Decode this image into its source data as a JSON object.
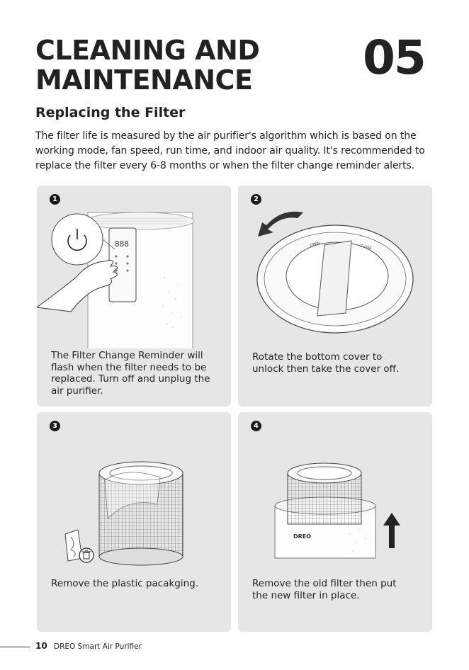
{
  "header": {
    "title_line1": "CLEANING AND",
    "title_line2": "MAINTENANCE",
    "chapter_number": "05"
  },
  "section": {
    "subtitle": "Replacing the Filter",
    "intro": "The filter life is measured by the air purifier's algorithm which is based on the working mode, fan speed, run time, and indoor air quality. It's recommended to replace the filter every 6-8 months or when the filter change reminder alerts."
  },
  "steps": [
    {
      "number": "1",
      "caption_lines": [
        "The Filter Change Reminder will",
        "flash when the filter needs to be",
        "replaced. Turn off and unplug the",
        "air purifier."
      ],
      "display_text": "888"
    },
    {
      "number": "2",
      "caption_lines": [
        "Rotate the bottom cover to",
        "unlock then take the cover off."
      ],
      "open_label": "OPEN",
      "close_label": "CLOSE"
    },
    {
      "number": "3",
      "caption_lines": [
        "Remove the plastic pacakging."
      ]
    },
    {
      "number": "4",
      "caption_lines": [
        "Remove the old filter then put",
        "the new filter in place."
      ],
      "logo_text": "DREO"
    }
  ],
  "footer": {
    "page_number": "10",
    "text": "DREO Smart Air Purifier"
  },
  "colors": {
    "card_background": "#e6e6e6",
    "text": "#222222"
  },
  "icons": [
    "power-icon",
    "rotate-arrow-icon",
    "trash-icon",
    "up-arrow-icon"
  ]
}
